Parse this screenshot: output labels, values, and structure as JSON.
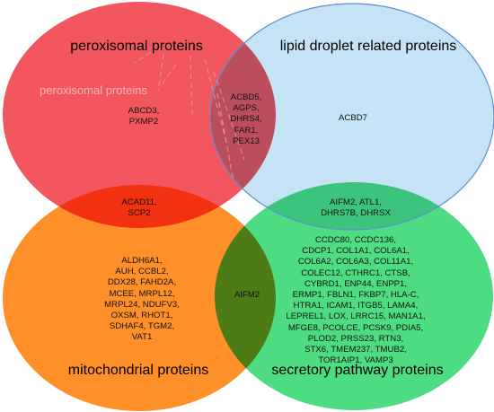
{
  "colors": {
    "peroxisomal": "#f2525a",
    "lipid": "#c6e3f6",
    "mitochondrial": "#ff8f29",
    "secretory": "#4ddc82",
    "outline": "#5a8fd6"
  },
  "sets": {
    "peroxisomal": {
      "title": "peroxisomal proteins",
      "ghost_label": "peroxisomal proteins"
    },
    "lipid": {
      "title": "lipid droplet related proteins"
    },
    "mitochondrial": {
      "title": "mitochondrial proteins"
    },
    "secretory": {
      "title": "secretory pathway proteins"
    }
  },
  "regions": {
    "peroxisomal_only": [
      "ABCD3,",
      "PXMP2"
    ],
    "peroxisomal_lipid": [
      "ACBD5,",
      "AGPS,",
      "DHRS4,",
      "FAR1,",
      "PEX13"
    ],
    "lipid_only": [
      "ACBD7"
    ],
    "peroxisomal_mitochondrial": [
      "ACAD11,",
      "SCP2"
    ],
    "lipid_secretory": [
      "AIFM2, ATL1,",
      "DHRS7B, DHRSX"
    ],
    "mitochondrial_only": [
      "ALDH6A1,",
      "AUH, CCBL2,",
      "DDX28, FAHD2A,",
      "MCEE, MRPL12,",
      "MRPL24, NDUFV3,",
      "OXSM, RHOT1,",
      "SDHAF4, TGM2,",
      "VAT1"
    ],
    "mitochondrial_secretory": [
      "AIFM2"
    ],
    "secretory_only": [
      "CCDC80, CCDC136,",
      "CDCP1, COL1A1, COL6A1,",
      "COL6A2, COL6A3, COL11A1,",
      "COLEC12, CTHRC1, CTSB,",
      "CYBRD1, ENP44, ENPP1,",
      "ERMP1, FBLN1, FKBP7, HLA-C,",
      "HTRA1, ICAM1, ITGB5, LAMA4,",
      "LEPREL1, LOX, LRRC15, MAN1A1,",
      "MFGE8, PCOLCE, PCSK9, PDIA5,",
      "PLOD2, PRSS23, RTN3,",
      "STX6, TMEM237, TMUB2,",
      "TOR1AIP1, VAMP3"
    ]
  }
}
